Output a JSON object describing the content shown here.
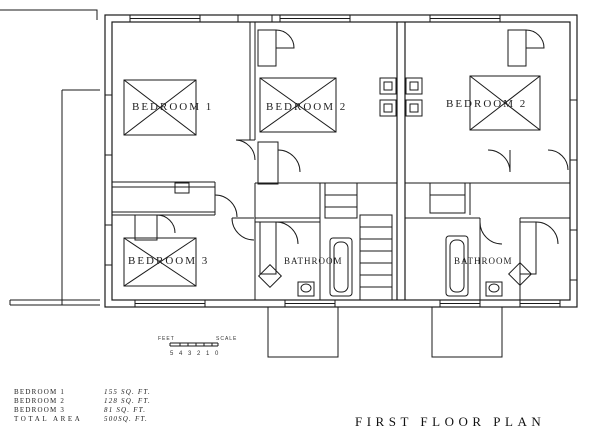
{
  "drawing": {
    "title": "FIRST FLOOR PLAN",
    "rooms": {
      "left_bedroom_1": "BEDROOM 1",
      "left_bedroom_2": "BEDROOM 2",
      "left_bedroom_3": "BEDROOM 3",
      "left_bathroom": "BATHROOM",
      "right_bedroom_2": "BEDROOM 2",
      "right_bathroom": "BATHROOM"
    },
    "scale_bar": {
      "label_left": "FEET",
      "label_right": "SCALE",
      "ticks": "5 4 3 2 1 0"
    },
    "areas": [
      {
        "name": "BEDROOM 1",
        "area": "155 SQ. FT."
      },
      {
        "name": "BEDROOM 2",
        "area": "128 SQ. FT."
      },
      {
        "name": "BEDROOM 3",
        "area": "81 SQ. FT."
      }
    ],
    "total": {
      "name": "TOTAL AREA",
      "area": "500SQ. FT."
    }
  }
}
